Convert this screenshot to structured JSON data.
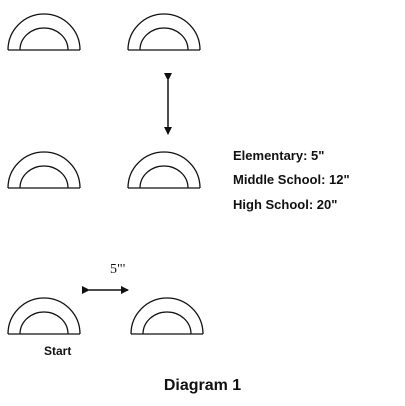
{
  "legend": {
    "elementary": "Elementary: 5\"",
    "middle_school": "Middle School: 12\"",
    "high_school": "High School: 20\""
  },
  "spacing_label": "5\"'",
  "start_label": "Start",
  "title": "Diagram 1",
  "colors": {
    "line": "#111111",
    "background": "#ffffff"
  }
}
